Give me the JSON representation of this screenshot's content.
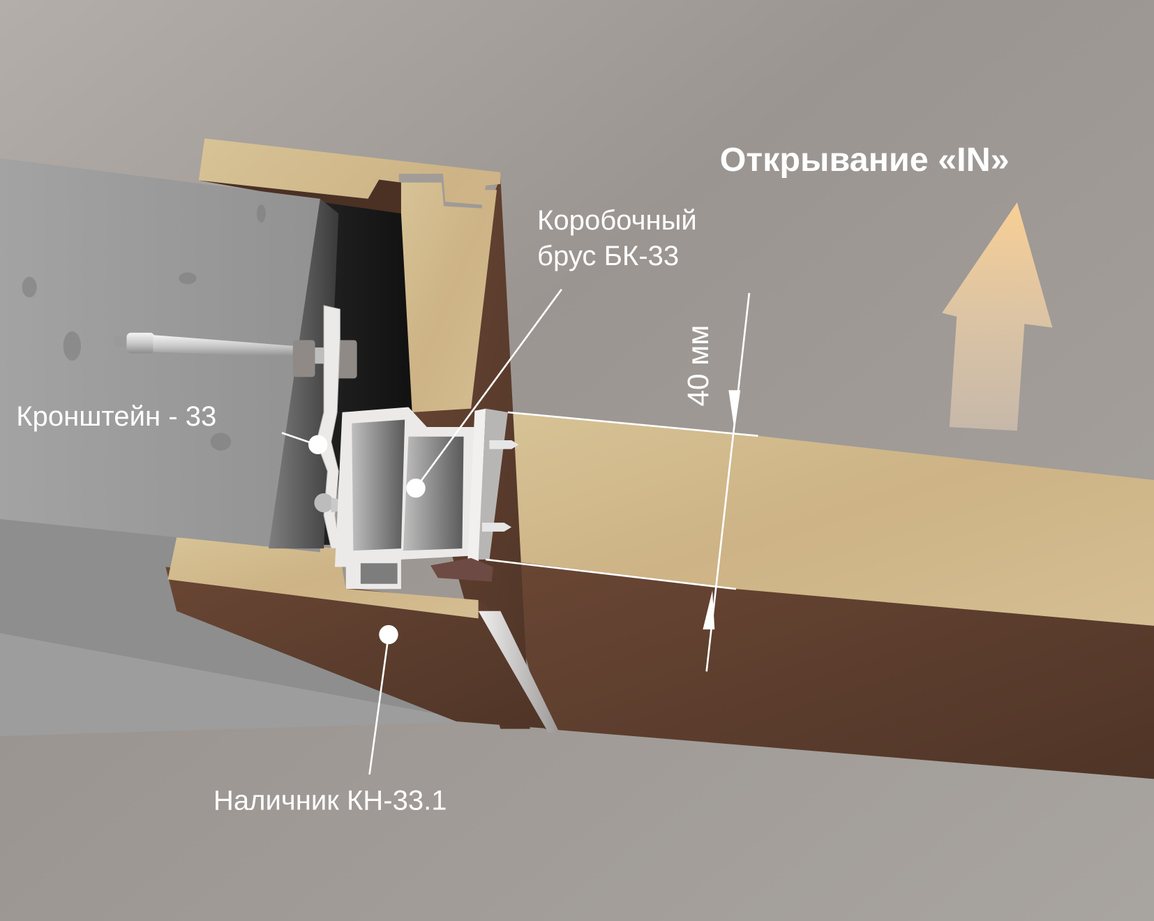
{
  "title": "Открывание «IN»",
  "direction_arrow": {
    "icon": "up-arrow-icon",
    "meaning": "opening direction inward"
  },
  "callouts": {
    "frame_beam": {
      "line1": "Коробочный",
      "line2": "брус БК-33"
    },
    "bracket": {
      "label": "Кронштейн - 33"
    },
    "trim": {
      "label": "Наличник  КН-33.1"
    }
  },
  "dimension": {
    "value": "40 мм"
  },
  "colors": {
    "background": "#a29d99",
    "wall": "#9a9a9a",
    "oak": "#cdb68a",
    "wenge": "#5a3c2c",
    "aluminum": "#eceae8",
    "seal": "#6e4a44",
    "arrow_top": "#f7cf97",
    "arrow_bottom": "#cbbba8",
    "label_text": "#ffffff"
  }
}
